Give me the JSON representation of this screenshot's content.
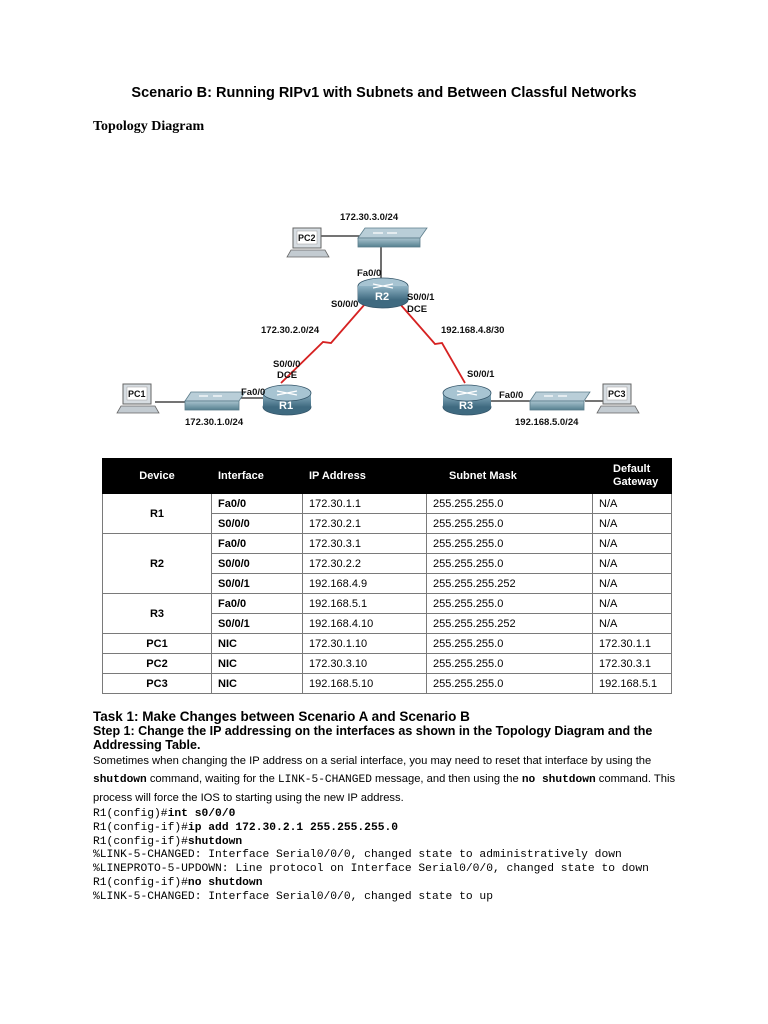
{
  "title": "Scenario B: Running RIPv1 with Subnets and Between Classful Networks",
  "topology_heading": "Topology Diagram",
  "diagram": {
    "lan_r2": "172.30.3.0/24",
    "lan_r1": "172.30.1.0/24",
    "lan_r3": "192.168.5.0/24",
    "link_r1_r2": "172.30.2.0/24",
    "link_r2_r3": "192.168.4.8/30",
    "pc1": "PC1",
    "pc2": "PC2",
    "pc3": "PC3",
    "r1": "R1",
    "r2": "R2",
    "r3": "R3",
    "r2_fa": "Fa0/0",
    "r2_s000": "S0/0/0",
    "r2_s001": "S0/0/1",
    "r2_dce": "DCE",
    "r1_s000": "S0/0/0",
    "r1_dce": "DCE",
    "r1_fa": "Fa0/0",
    "r3_s001": "S0/0/1",
    "r3_fa": "Fa0/0"
  },
  "table": {
    "headers": {
      "device": "Device",
      "interface": "Interface",
      "ip": "IP Address",
      "mask": "Subnet Mask",
      "gw1": "Default",
      "gw2": "Gateway"
    },
    "rows": [
      {
        "device": "R1",
        "interface": "Fa0/0",
        "ip": "172.30.1.1",
        "mask": "255.255.255.0",
        "gw": "N/A"
      },
      {
        "device": "",
        "interface": "S0/0/0",
        "ip": "172.30.2.1",
        "mask": "255.255.255.0",
        "gw": "N/A"
      },
      {
        "device": "",
        "interface": "Fa0/0",
        "ip": "172.30.3.1",
        "mask": "255.255.255.0",
        "gw": "N/A"
      },
      {
        "device": "R2",
        "interface": "S0/0/0",
        "ip": "172.30.2.2",
        "mask": "255.255.255.0",
        "gw": "N/A"
      },
      {
        "device": "",
        "interface": "S0/0/1",
        "ip": "192.168.4.9",
        "mask": "255.255.255.252",
        "gw": "N/A"
      },
      {
        "device": "R3",
        "interface": "Fa0/0",
        "ip": "192.168.5.1",
        "mask": "255.255.255.0",
        "gw": "N/A"
      },
      {
        "device": "",
        "interface": "S0/0/1",
        "ip": "192.168.4.10",
        "mask": "255.255.255.252",
        "gw": "N/A"
      },
      {
        "device": "PC1",
        "interface": "NIC",
        "ip": "172.30.1.10",
        "mask": "255.255.255.0",
        "gw": "172.30.1.1"
      },
      {
        "device": "PC2",
        "interface": "NIC",
        "ip": "172.30.3.10",
        "mask": "255.255.255.0",
        "gw": "172.30.3.1"
      },
      {
        "device": "PC3",
        "interface": "NIC",
        "ip": "192.168.5.10",
        "mask": "255.255.255.0",
        "gw": "192.168.5.1"
      }
    ]
  },
  "task_heading": "Task 1: Make Changes between Scenario A and Scenario B",
  "step_heading": "Step 1: Change the IP addressing on the interfaces as shown in the Topology Diagram and the Addressing Table.",
  "paragraph": {
    "p1": "Sometimes when changing the IP address on a serial interface, you may need to reset that interface by using the ",
    "cmd1": "shutdown",
    "p2": " command, waiting for the ",
    "msg": "LINK-5-CHANGED",
    "p3": " message, and then using the ",
    "cmd2": "no shutdown",
    "p4": " command. This process will force the IOS to starting using the new IP address."
  },
  "cli": [
    {
      "prompt": "R1(config)#",
      "cmd": "int s0/0/0"
    },
    {
      "prompt": "R1(config-if)#",
      "cmd": "ip add 172.30.2.1 255.255.255.0"
    },
    {
      "prompt": "R1(config-if)#",
      "cmd": "shutdown"
    },
    {
      "prompt": "%LINK-5-CHANGED: Interface Serial0/0/0, changed state to administratively down",
      "cmd": ""
    },
    {
      "prompt": "%LINEPROTO-5-UPDOWN: Line protocol on Interface Serial0/0/0, changed state to down",
      "cmd": ""
    },
    {
      "prompt": "R1(config-if)#",
      "cmd": "no shutdown"
    },
    {
      "prompt": "%LINK-5-CHANGED: Interface Serial0/0/0, changed state to up",
      "cmd": ""
    }
  ]
}
